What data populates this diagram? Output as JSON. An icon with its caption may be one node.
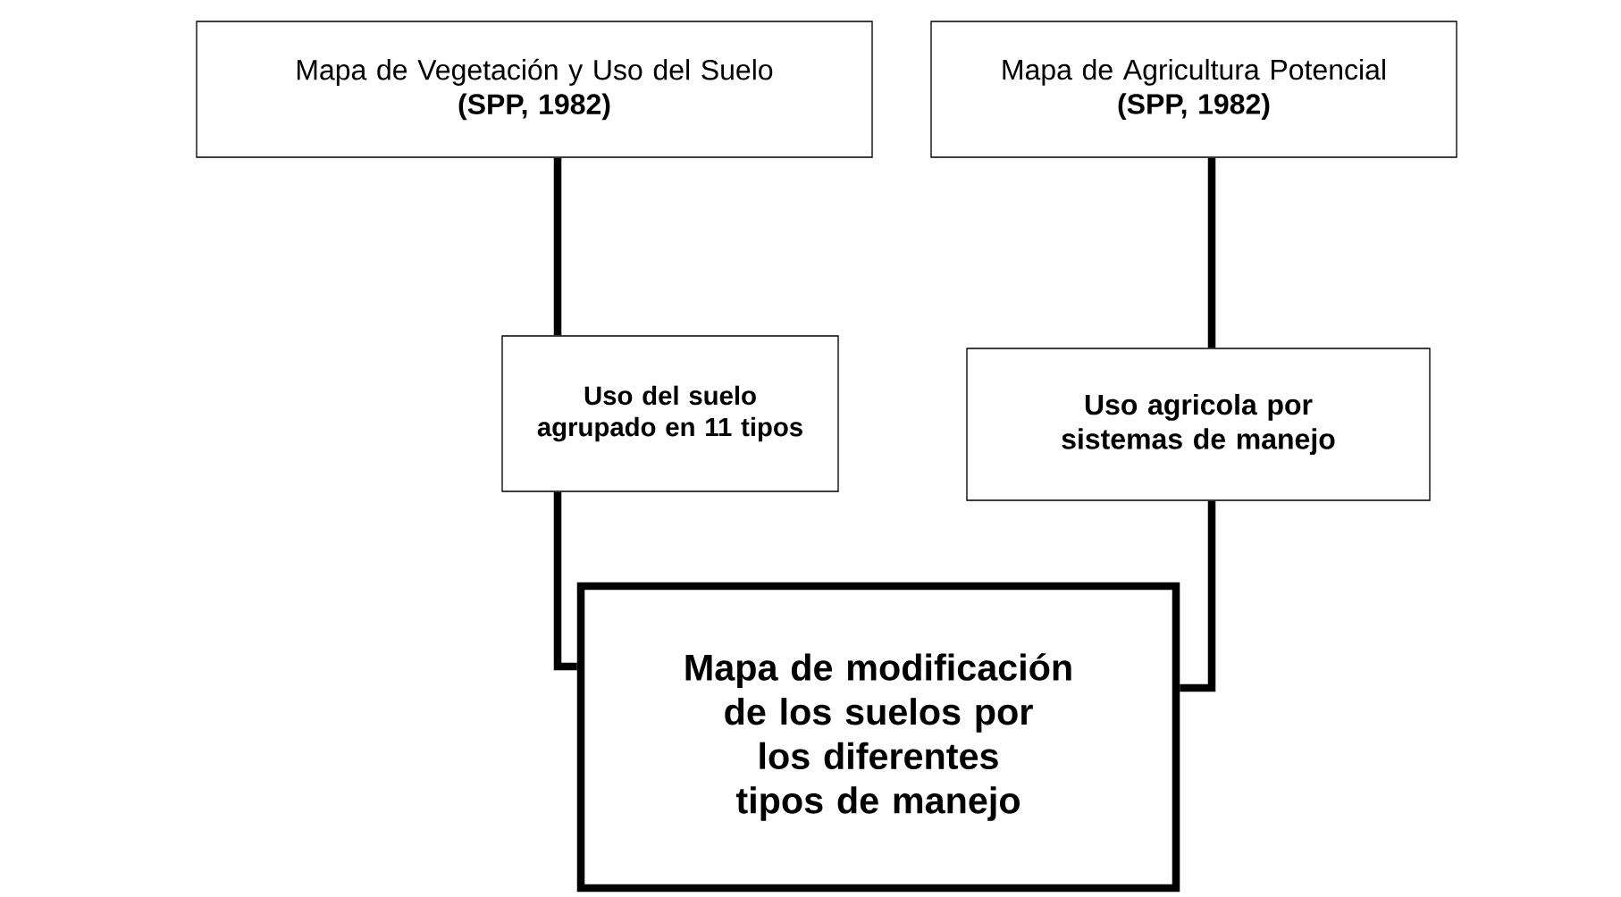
{
  "diagram": {
    "nodes": [
      {
        "text": [
          "Mapa de Vegetación y Uso del Suelo",
          "(SPP, 1982)"
        ]
      },
      {
        "text": [
          "Mapa de Agricultura Potencial",
          "(SPP, 1982)"
        ]
      },
      {
        "text": [
          "Uso del suelo agrupado en 11 tipos"
        ]
      },
      {
        "text": [
          "Uso agricola por sistemas de manejo"
        ]
      },
      {
        "text": [
          "Mapa de modificación de los suelos por los diferentes tipos de manejo"
        ]
      }
    ],
    "edges": [
      {
        "from": 0,
        "to": 2,
        "arrow": "none"
      },
      {
        "from": 1,
        "to": 3,
        "arrow": "none"
      },
      {
        "from": 2,
        "to": 4,
        "arrow": "none"
      },
      {
        "from": 3,
        "to": 4,
        "arrow": "none"
      }
    ]
  }
}
